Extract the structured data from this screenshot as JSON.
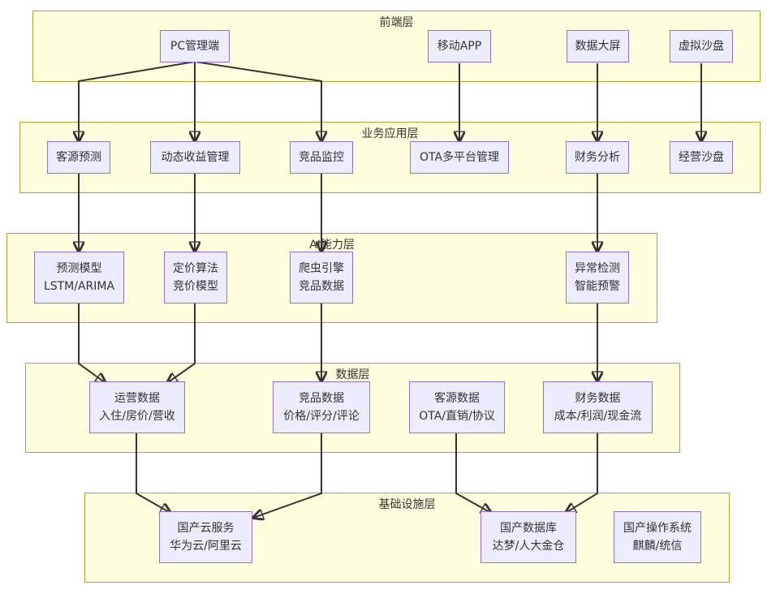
{
  "layers": {
    "frontend": "前端层",
    "business": "业务应用层",
    "ai": "AI能力层",
    "data": "数据层",
    "infra": "基础设施层"
  },
  "nodes": {
    "pc": [
      "PC管理端"
    ],
    "mobile": [
      "移动APP"
    ],
    "bigscreen": [
      "数据大屏"
    ],
    "sandbox": [
      "虚拟沙盘"
    ],
    "forecast": [
      "客源预测"
    ],
    "revenue": [
      "动态收益管理"
    ],
    "monitor": [
      "竞品监控"
    ],
    "ota": [
      "OTA多平台管理"
    ],
    "finance": [
      "财务分析"
    ],
    "bizsand": [
      "经营沙盘"
    ],
    "model": [
      "预测模型",
      "LSTM/ARIMA"
    ],
    "pricing": [
      "定价算法",
      "竞价模型"
    ],
    "crawler": [
      "爬虫引擎",
      "竞品数据"
    ],
    "anomaly": [
      "异常检测",
      "智能预警"
    ],
    "ops": [
      "运营数据",
      "入住/房价/营收"
    ],
    "comp": [
      "竞品数据",
      "价格/评分/评论"
    ],
    "guest": [
      "客源数据",
      "OTA/直销/协议"
    ],
    "fin": [
      "财务数据",
      "成本/利润/现金流"
    ],
    "cloud": [
      "国产云服务",
      "华为云/阿里云"
    ],
    "db": [
      "国产数据库",
      "达梦/人大金仓"
    ],
    "os": [
      "国产操作系统",
      "麒麟/统信"
    ]
  }
}
